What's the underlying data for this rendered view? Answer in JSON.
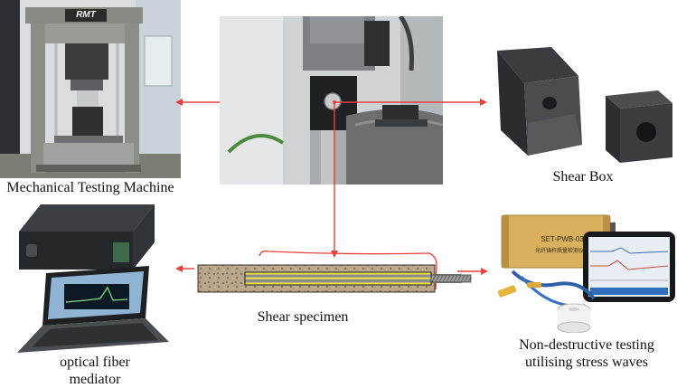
{
  "machine": {
    "brand": "RMT",
    "caption": "Mechanical Testing Machine"
  },
  "shear_box": {
    "caption": "Shear Box"
  },
  "specimen": {
    "caption": "Shear specimen"
  },
  "fiber": {
    "caption_line1": "optical fiber",
    "caption_line2": "mediator"
  },
  "ndt": {
    "device_model": "SET-PWB-03",
    "device_subtitle": "光纤锚杆质量检测仪",
    "caption_line1": "Non-destructive testing",
    "caption_line2": "utilising stress waves"
  },
  "colors": {
    "arrow": "#e8413c",
    "specimen_fill": "#b9a58a",
    "bolt_yellow": "#e7e04a",
    "device_gold": "#d8b05e"
  }
}
